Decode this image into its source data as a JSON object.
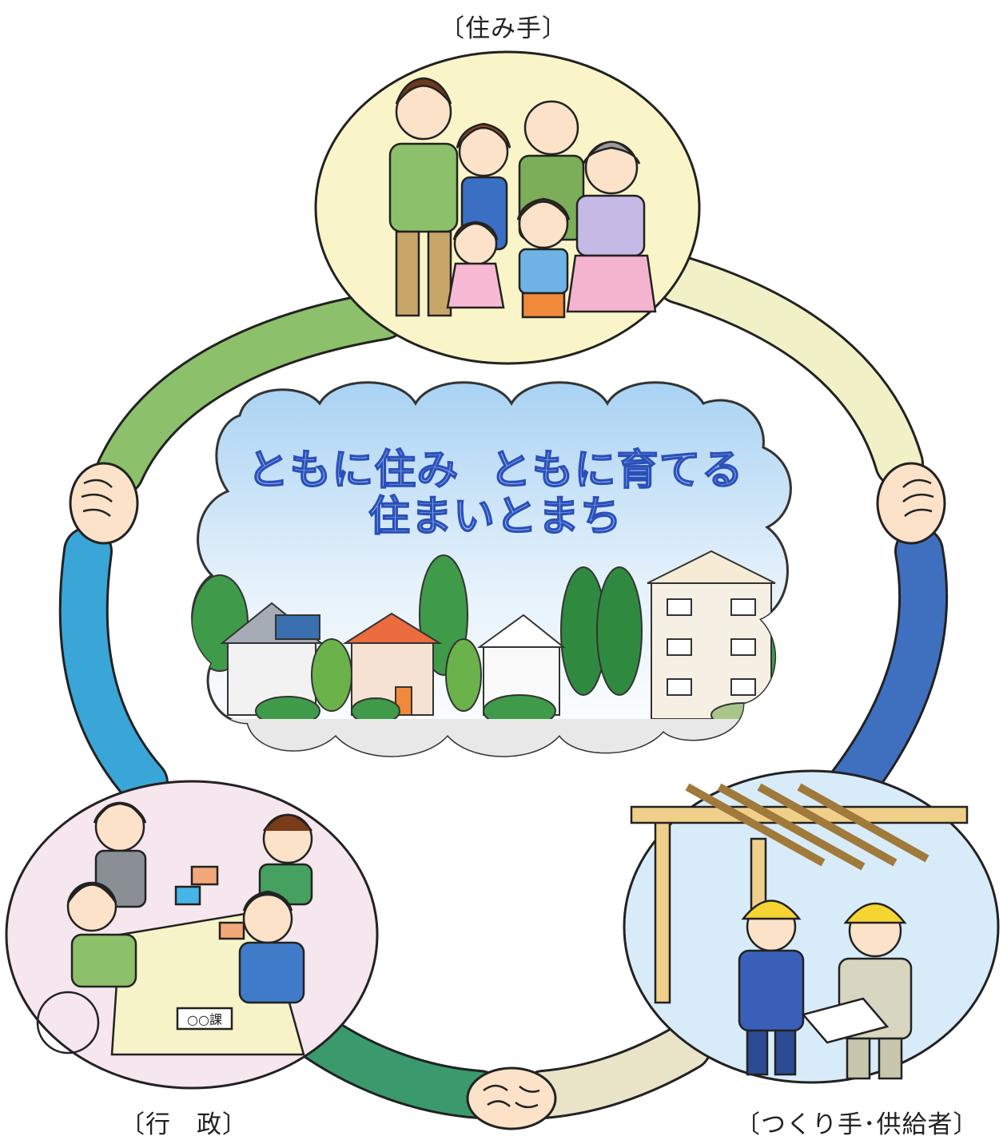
{
  "labels": {
    "top": "〔住み手〕",
    "left": "〔行　政〕",
    "right": "〔つくり手･供給者〕"
  },
  "slogan": {
    "line1": "ともに住み  ともに育てる",
    "line2": "住まいとまち"
  },
  "desk_sign": "○○課",
  "colors": {
    "arc_top_left": "#8cc06a",
    "arc_top_right": "#f2f0c6",
    "arc_left": "#3aa6d8",
    "arc_right": "#3f6fbf",
    "arc_bottom_left": "#3a9a6e",
    "arc_bottom_right": "#e9e4c8",
    "circle_residents": "#faf5c8",
    "circle_government": "#f6e6ee",
    "circle_builders": "#d8ebf8",
    "cloud_sky": "#cfe5f7"
  },
  "icons": [
    "handshake-icon",
    "family-illustration",
    "meeting-illustration",
    "construction-workers-illustration",
    "town-houses-illustration"
  ]
}
